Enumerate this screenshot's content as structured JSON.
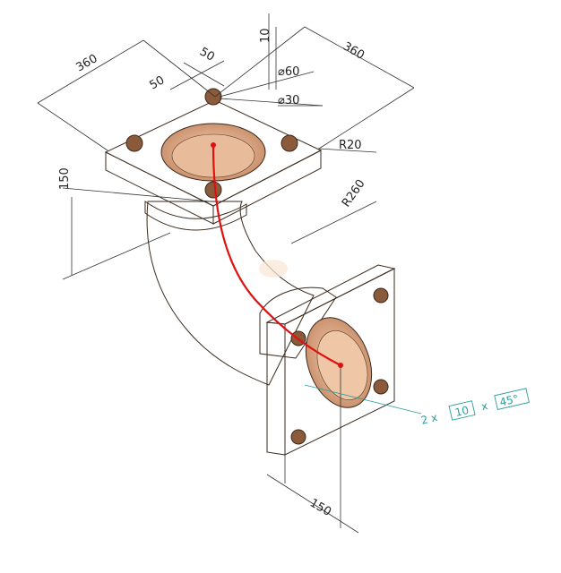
{
  "dimensions": {
    "flange_width_left": "360",
    "flange_width_right": "360",
    "hole_offset_a": "50",
    "hole_offset_b": "50",
    "flange_thickness": "10",
    "outer_diameter": "⌀60",
    "hole_diameter": "⌀30",
    "corner_radius": "R20",
    "bend_radius": "R260",
    "vertical_height": "150",
    "horizontal_length": "150"
  },
  "chamfer_note": {
    "count": "2 x",
    "size": "10",
    "separator": "x",
    "angle": "45°"
  },
  "colors": {
    "body": "#d9a07a",
    "body_dark": "#b27650",
    "body_light": "#f0c8a8",
    "centerline": "#e01010",
    "annotation": "#2a9d9d"
  }
}
